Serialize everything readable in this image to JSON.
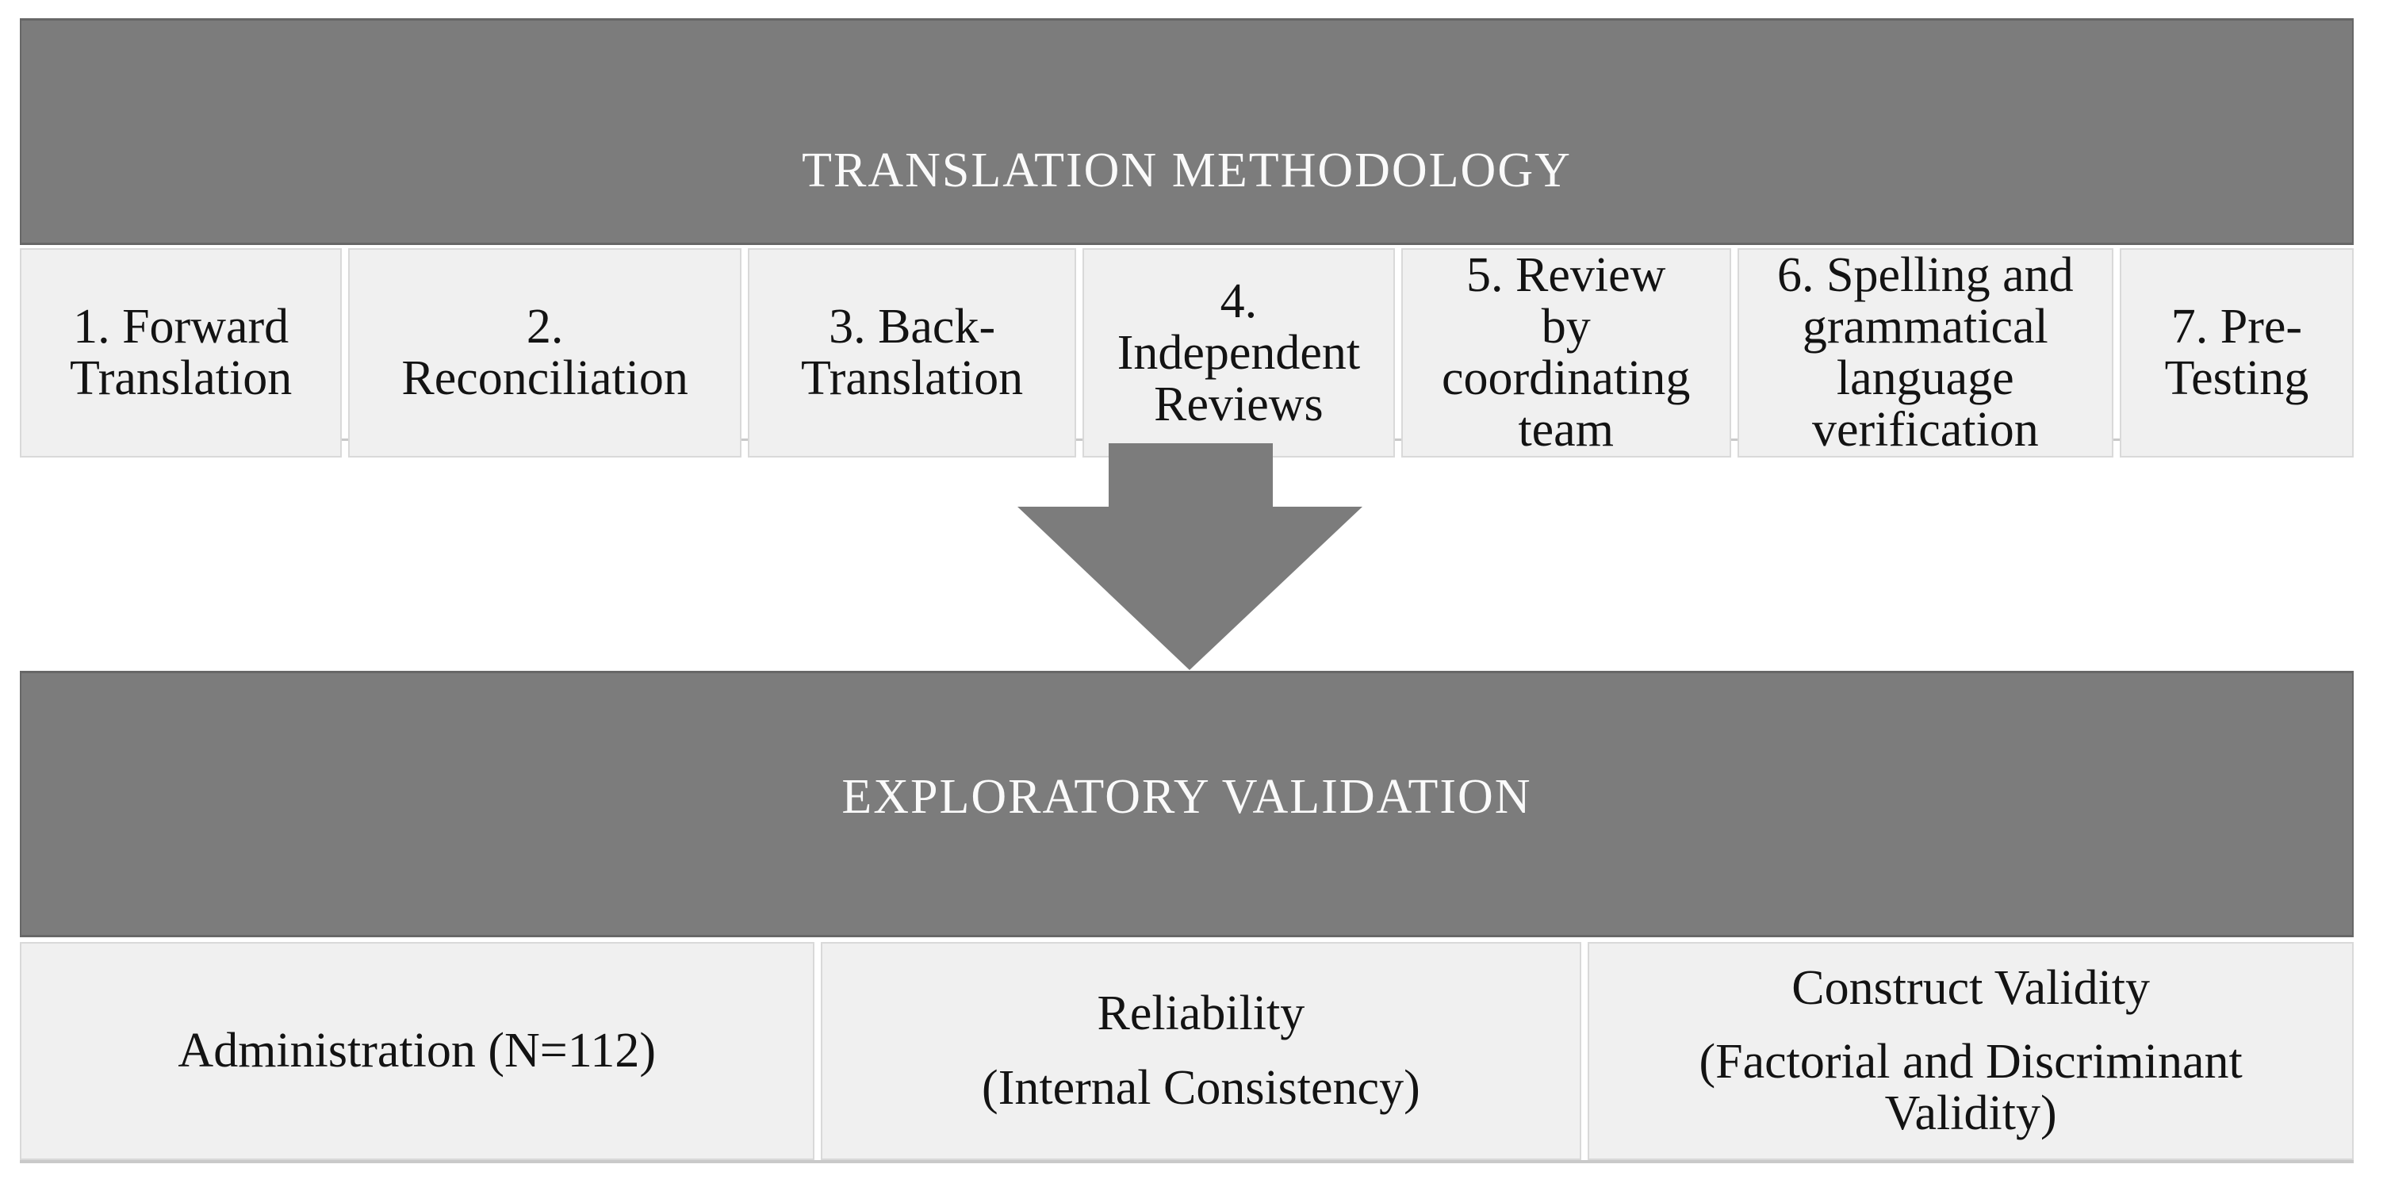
{
  "top": {
    "header": "TRANSLATION METHODOLOGY",
    "steps": [
      {
        "label": "1. Forward\nTranslation"
      },
      {
        "label": "2.\nReconciliation"
      },
      {
        "label": "3. Back-\nTranslation"
      },
      {
        "label": "4.\nIndependent\nReviews"
      },
      {
        "label": "5. Review\nby\ncoordinating\nteam"
      },
      {
        "label": "6. Spelling and\ngrammatical\nlanguage\nverification"
      },
      {
        "label": "7. Pre-\nTesting"
      }
    ]
  },
  "arrow": {
    "icon": "down-arrow"
  },
  "bottom": {
    "header": "EXPLORATORY VALIDATION",
    "cells": [
      {
        "line1": "Administration (N=112)"
      },
      {
        "line1": "Reliability",
        "line2": "(Internal Consistency)"
      },
      {
        "line1": "Construct Validity",
        "line2": "(Factorial  and Discriminant\nValidity)"
      }
    ]
  },
  "colors": {
    "header_bar": "#7c7c7c",
    "header_text": "#fafafa",
    "cell_background": "#f0f0f0",
    "cell_border": "#d9d9d9",
    "body_text": "#131313",
    "arrow": "#7c7c7c",
    "page_background": "#ffffff"
  }
}
